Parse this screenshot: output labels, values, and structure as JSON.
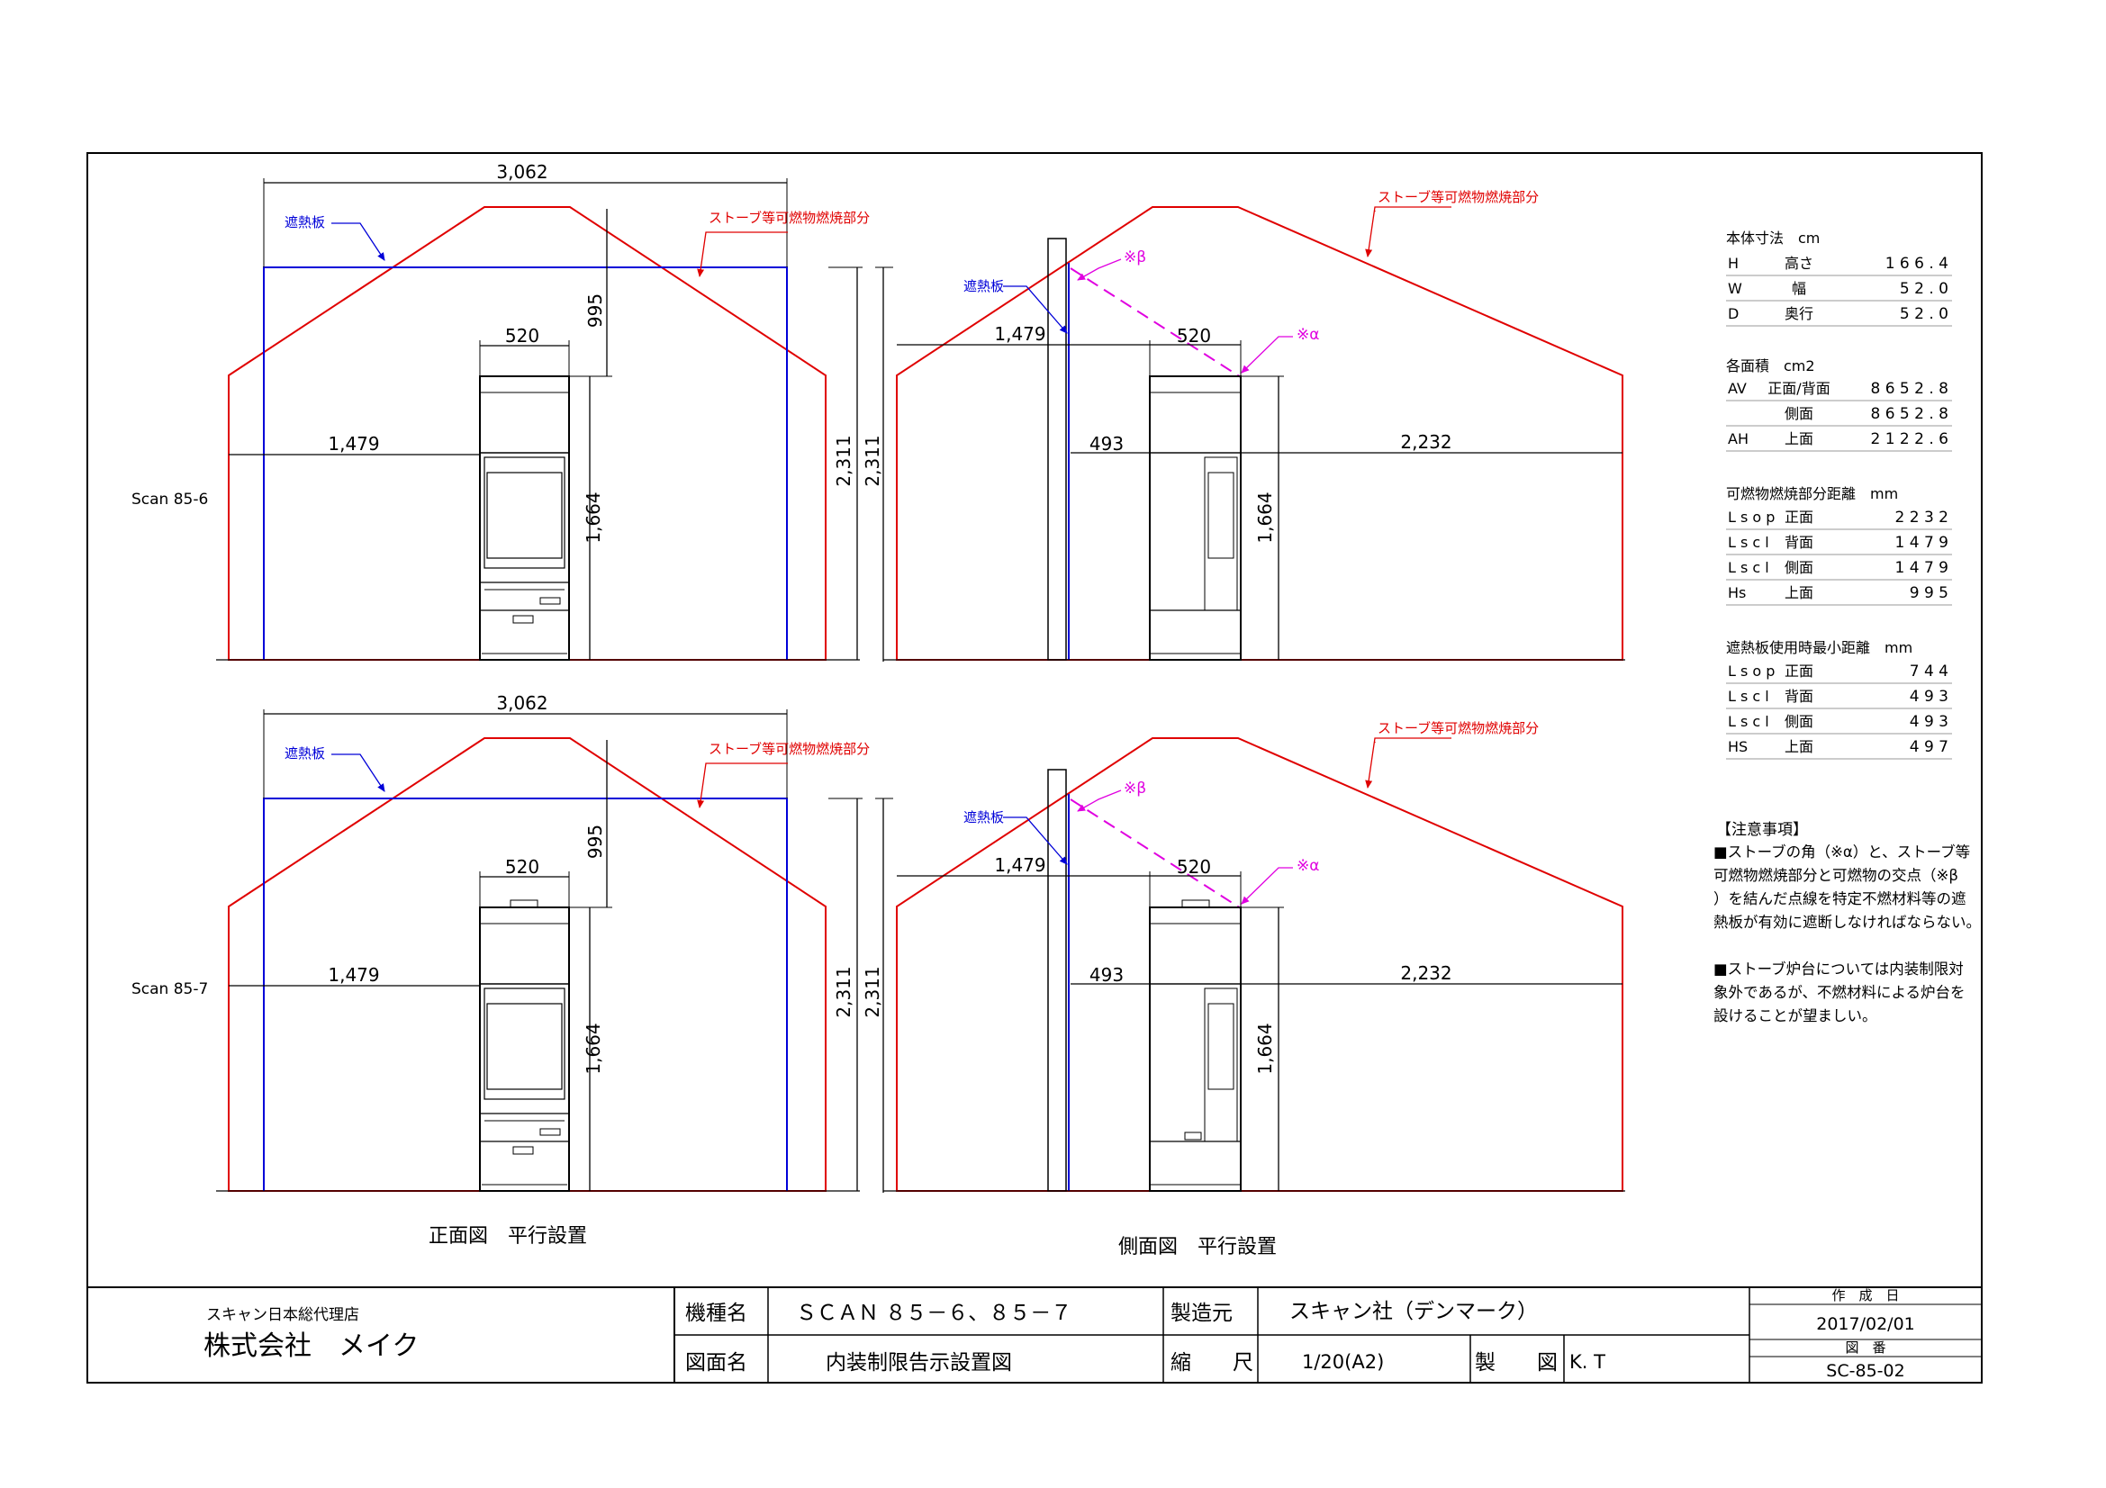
{
  "drawing": {
    "row1_label": "Scan 85-6",
    "row2_label": "Scan 85-7",
    "front_view_caption": "正面図　平行設置",
    "side_view_caption": "側面図　平行設置",
    "label_shield": "遮熱板",
    "label_combustible": "ストーブ等可燃物燃焼部分",
    "mark_beta": "※β",
    "mark_alpha": "※α",
    "dims": {
      "width_total": "3,062",
      "stove_width": "520",
      "height_above": "995",
      "height_total": "2,311",
      "stove_height": "1,664",
      "side_clearance": "1,479",
      "shield_gap": "493",
      "front_clearance": "2,232"
    }
  },
  "specs": {
    "body_title": "本体寸法　cm",
    "body_rows": [
      {
        "code": "H",
        "name": "高さ",
        "value": "166.4"
      },
      {
        "code": "W",
        "name": "幅",
        "value": "52.0"
      },
      {
        "code": "D",
        "name": "奥行",
        "value": "52.0"
      }
    ],
    "area_title": "各面積　cm2",
    "area_rows": [
      {
        "code": "AV",
        "name": "正面/背面",
        "value": "8652.8"
      },
      {
        "code": "",
        "name": "側面",
        "value": "8652.8"
      },
      {
        "code": "AH",
        "name": "上面",
        "value": "2122.6"
      }
    ],
    "dist_title": "可燃物燃焼部分距離　mm",
    "dist_rows": [
      {
        "code": "Lsop",
        "name": "正面",
        "value": "2232"
      },
      {
        "code": "Lscl",
        "name": "背面",
        "value": "1479"
      },
      {
        "code": "Lscl",
        "name": "側面",
        "value": "1479"
      },
      {
        "code": "Hs",
        "name": "上面",
        "value": "995"
      }
    ],
    "shield_title": "遮熱板使用時最小距離　mm",
    "shield_rows": [
      {
        "code": "Lsop",
        "name": "正面",
        "value": "744"
      },
      {
        "code": "Lscl",
        "name": "背面",
        "value": "493"
      },
      {
        "code": "Lscl",
        "name": "側面",
        "value": "493"
      },
      {
        "code": "HS",
        "name": "上面",
        "value": "497"
      }
    ]
  },
  "notes": {
    "heading": "【注意事項】",
    "lines": [
      "■ストーブの角（※α）と、ストーブ等",
      "可燃物燃焼部分と可燃物の交点（※β",
      "）を結んだ点線を特定不燃材料等の遮",
      "熱板が有効に遮断しなければならない。",
      "",
      "■ストーブ炉台については内装制限対",
      "象外であるが、不燃材料による炉台を",
      "設けることが望ましい。"
    ]
  },
  "title_block": {
    "company_sub": "スキャン日本総代理店",
    "company_main": "株式会社　メイク",
    "model_label": "機種名",
    "model_value": "ＳＣＡＮ ８５－６、８５－７",
    "maker_label": "製造元",
    "maker_value": "スキャン社（デンマーク）",
    "date_label": "作　成　日",
    "date_value": "2017/02/01",
    "drawing_name_label": "図面名",
    "drawing_name_value": "内装制限告示設置図",
    "scale_label": "縮　　尺",
    "scale_value": "1/20(A2)",
    "drafter_label": "製　　図",
    "drafter_value": "K. T",
    "number_label": "図　番",
    "number_value": "SC-85-02"
  },
  "colors": {
    "red": "#e00000",
    "blue": "#0000d8",
    "magenta": "#e000e0",
    "line": "#000000"
  }
}
